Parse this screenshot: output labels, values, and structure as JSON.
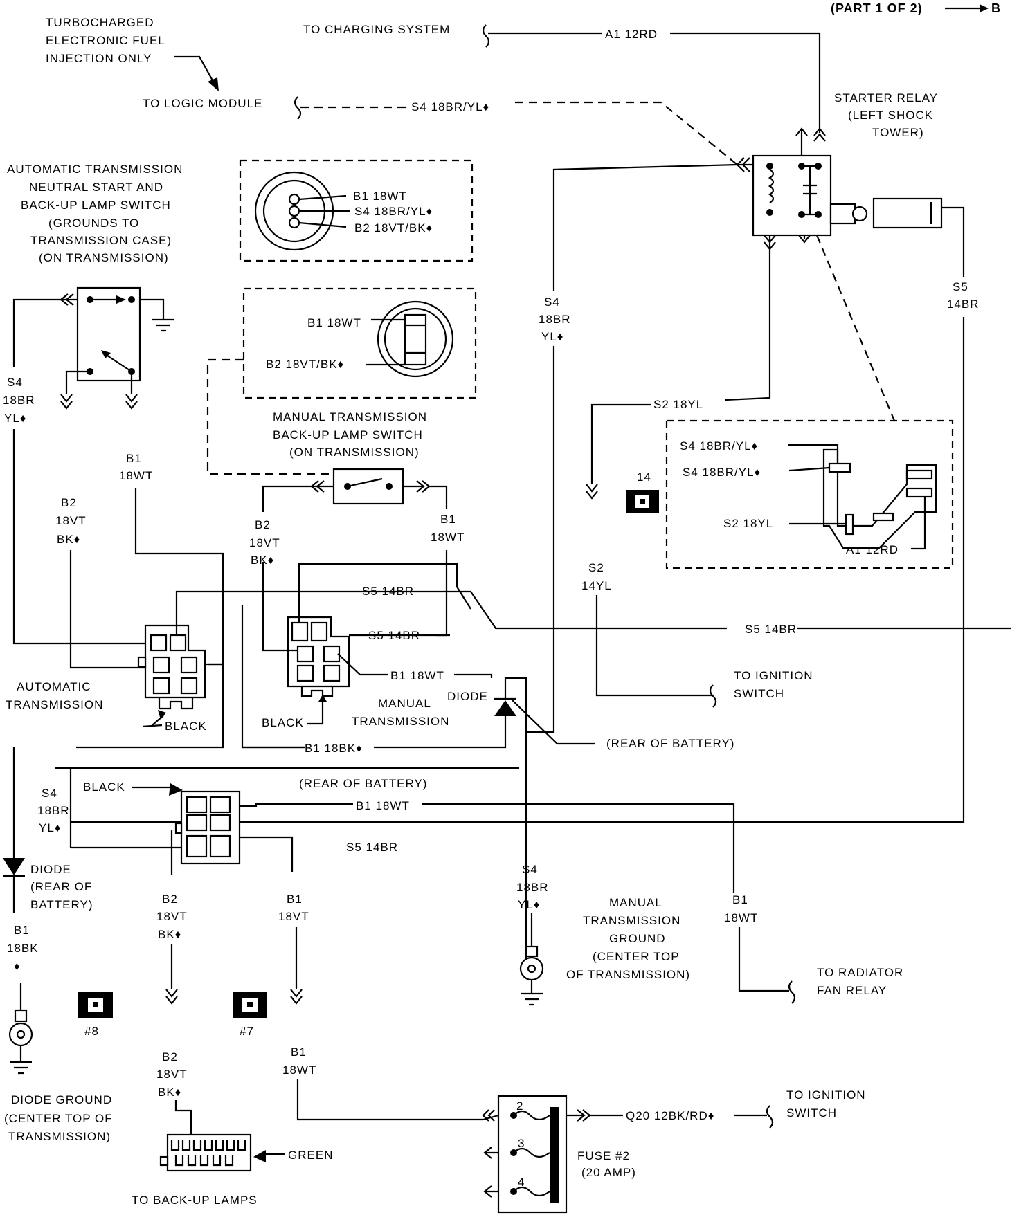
{
  "header": {
    "part": "(PART 1 OF 2)",
    "page_ref": "B"
  },
  "notes": {
    "turbo": [
      "TURBOCHARGED",
      "ELECTRONIC FUEL",
      "INJECTION ONLY"
    ]
  },
  "destinations": {
    "charging": "TO CHARGING SYSTEM",
    "logic": "TO LOGIC MODULE",
    "ignition1": [
      "TO IGNITION",
      "SWITCH"
    ],
    "ignition2": [
      "TO IGNITION",
      "SWITCH"
    ],
    "radiator": [
      "TO RADIATOR",
      "FAN RELAY"
    ],
    "backup": "TO BACK-UP LAMPS"
  },
  "components": {
    "starter_relay": [
      "STARTER RELAY",
      "(LEFT SHOCK",
      "TOWER)"
    ],
    "auto_switch": [
      "AUTOMATIC TRANSMISSION",
      "NEUTRAL START AND",
      "BACK-UP LAMP SWITCH",
      "(GROUNDS TO",
      "TRANSMISSION CASE)",
      "(ON TRANSMISSION)"
    ],
    "manual_switch": [
      "MANUAL TRANSMISSION",
      "BACK-UP LAMP SWITCH",
      "(ON TRANSMISSION)"
    ],
    "auto_conn": [
      "AUTOMATIC",
      "TRANSMISSION"
    ],
    "manual_conn": [
      "MANUAL",
      "TRANSMISSION"
    ],
    "black": "BLACK",
    "green": "GREEN",
    "diode": "DIODE",
    "rear_battery": "(REAR OF BATTERY)",
    "diode_rear": [
      "DIODE",
      "(REAR OF",
      "BATTERY)"
    ],
    "diode_ground": [
      "DIODE GROUND",
      "(CENTER TOP OF",
      "TRANSMISSION)"
    ],
    "manual_ground": [
      "MANUAL",
      "TRANSMISSION",
      "GROUND",
      "(CENTER TOP",
      "OF TRANSMISSION)"
    ],
    "fuse": [
      "FUSE #2",
      "(20 AMP)"
    ],
    "fuse_cavities": [
      "2",
      "3",
      "4"
    ],
    "callout_14": "14",
    "callout_8": "#8",
    "callout_7": "#7"
  },
  "wires": {
    "a1_12rd": "A1  12RD",
    "s4_18br_yl": "S4  18BR/YL♦",
    "b1_18wt": "B1  18WT",
    "b2_18vt_bk": "B2  18VT/BK♦",
    "s2_18yl": "S2  18YL",
    "s5_14br": "S5  14BR",
    "b1_18bk": "B1  18BK♦",
    "q20": "Q20  12BK/RD♦",
    "s4_stack": [
      "S4",
      "18BR",
      "YL♦"
    ],
    "b1_wt_stack": [
      "B1",
      "18WT"
    ],
    "b2_stack": [
      "B2",
      "18VT",
      "BK♦"
    ],
    "s5_stack": [
      "S5",
      "14BR"
    ],
    "s2_stack": [
      "S2",
      "14YL"
    ],
    "b1_vt_stack": [
      "B1",
      "18VT"
    ],
    "b1_bk_stack": [
      "B1",
      "18BK",
      "♦"
    ]
  }
}
